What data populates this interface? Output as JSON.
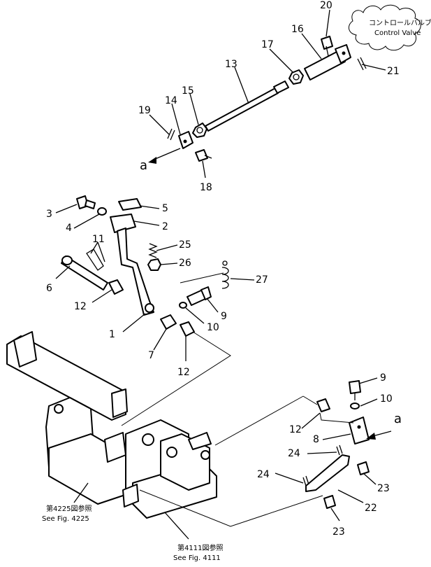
{
  "callouts": {
    "c1": "1",
    "c2": "2",
    "c3": "3",
    "c4": "4",
    "c5": "5",
    "c6": "6",
    "c7": "7",
    "c8": "8",
    "c9a": "9",
    "c9b": "9",
    "c10a": "10",
    "c10b": "10",
    "c11": "11",
    "c12a": "12",
    "c12b": "12",
    "c12c": "12",
    "c13": "13",
    "c14": "14",
    "c15": "15",
    "c16": "16",
    "c17": "17",
    "c18": "18",
    "c19": "19",
    "c20": "20",
    "c21": "21",
    "c22": "22",
    "c23a": "23",
    "c23b": "23",
    "c24a": "24",
    "c24b": "24",
    "c25": "25",
    "c26": "26",
    "c27": "27"
  },
  "markers": {
    "a_top": "a",
    "a_right": "a"
  },
  "notes": {
    "control_valve_jp": "コントロールバルブ",
    "control_valve_en": "Control Valve",
    "fig4225_jp": "第4225図参照",
    "fig4225_en": "See Fig. 4225",
    "fig4111_jp": "第4111図参照",
    "fig4111_en": "See Fig. 4111"
  }
}
